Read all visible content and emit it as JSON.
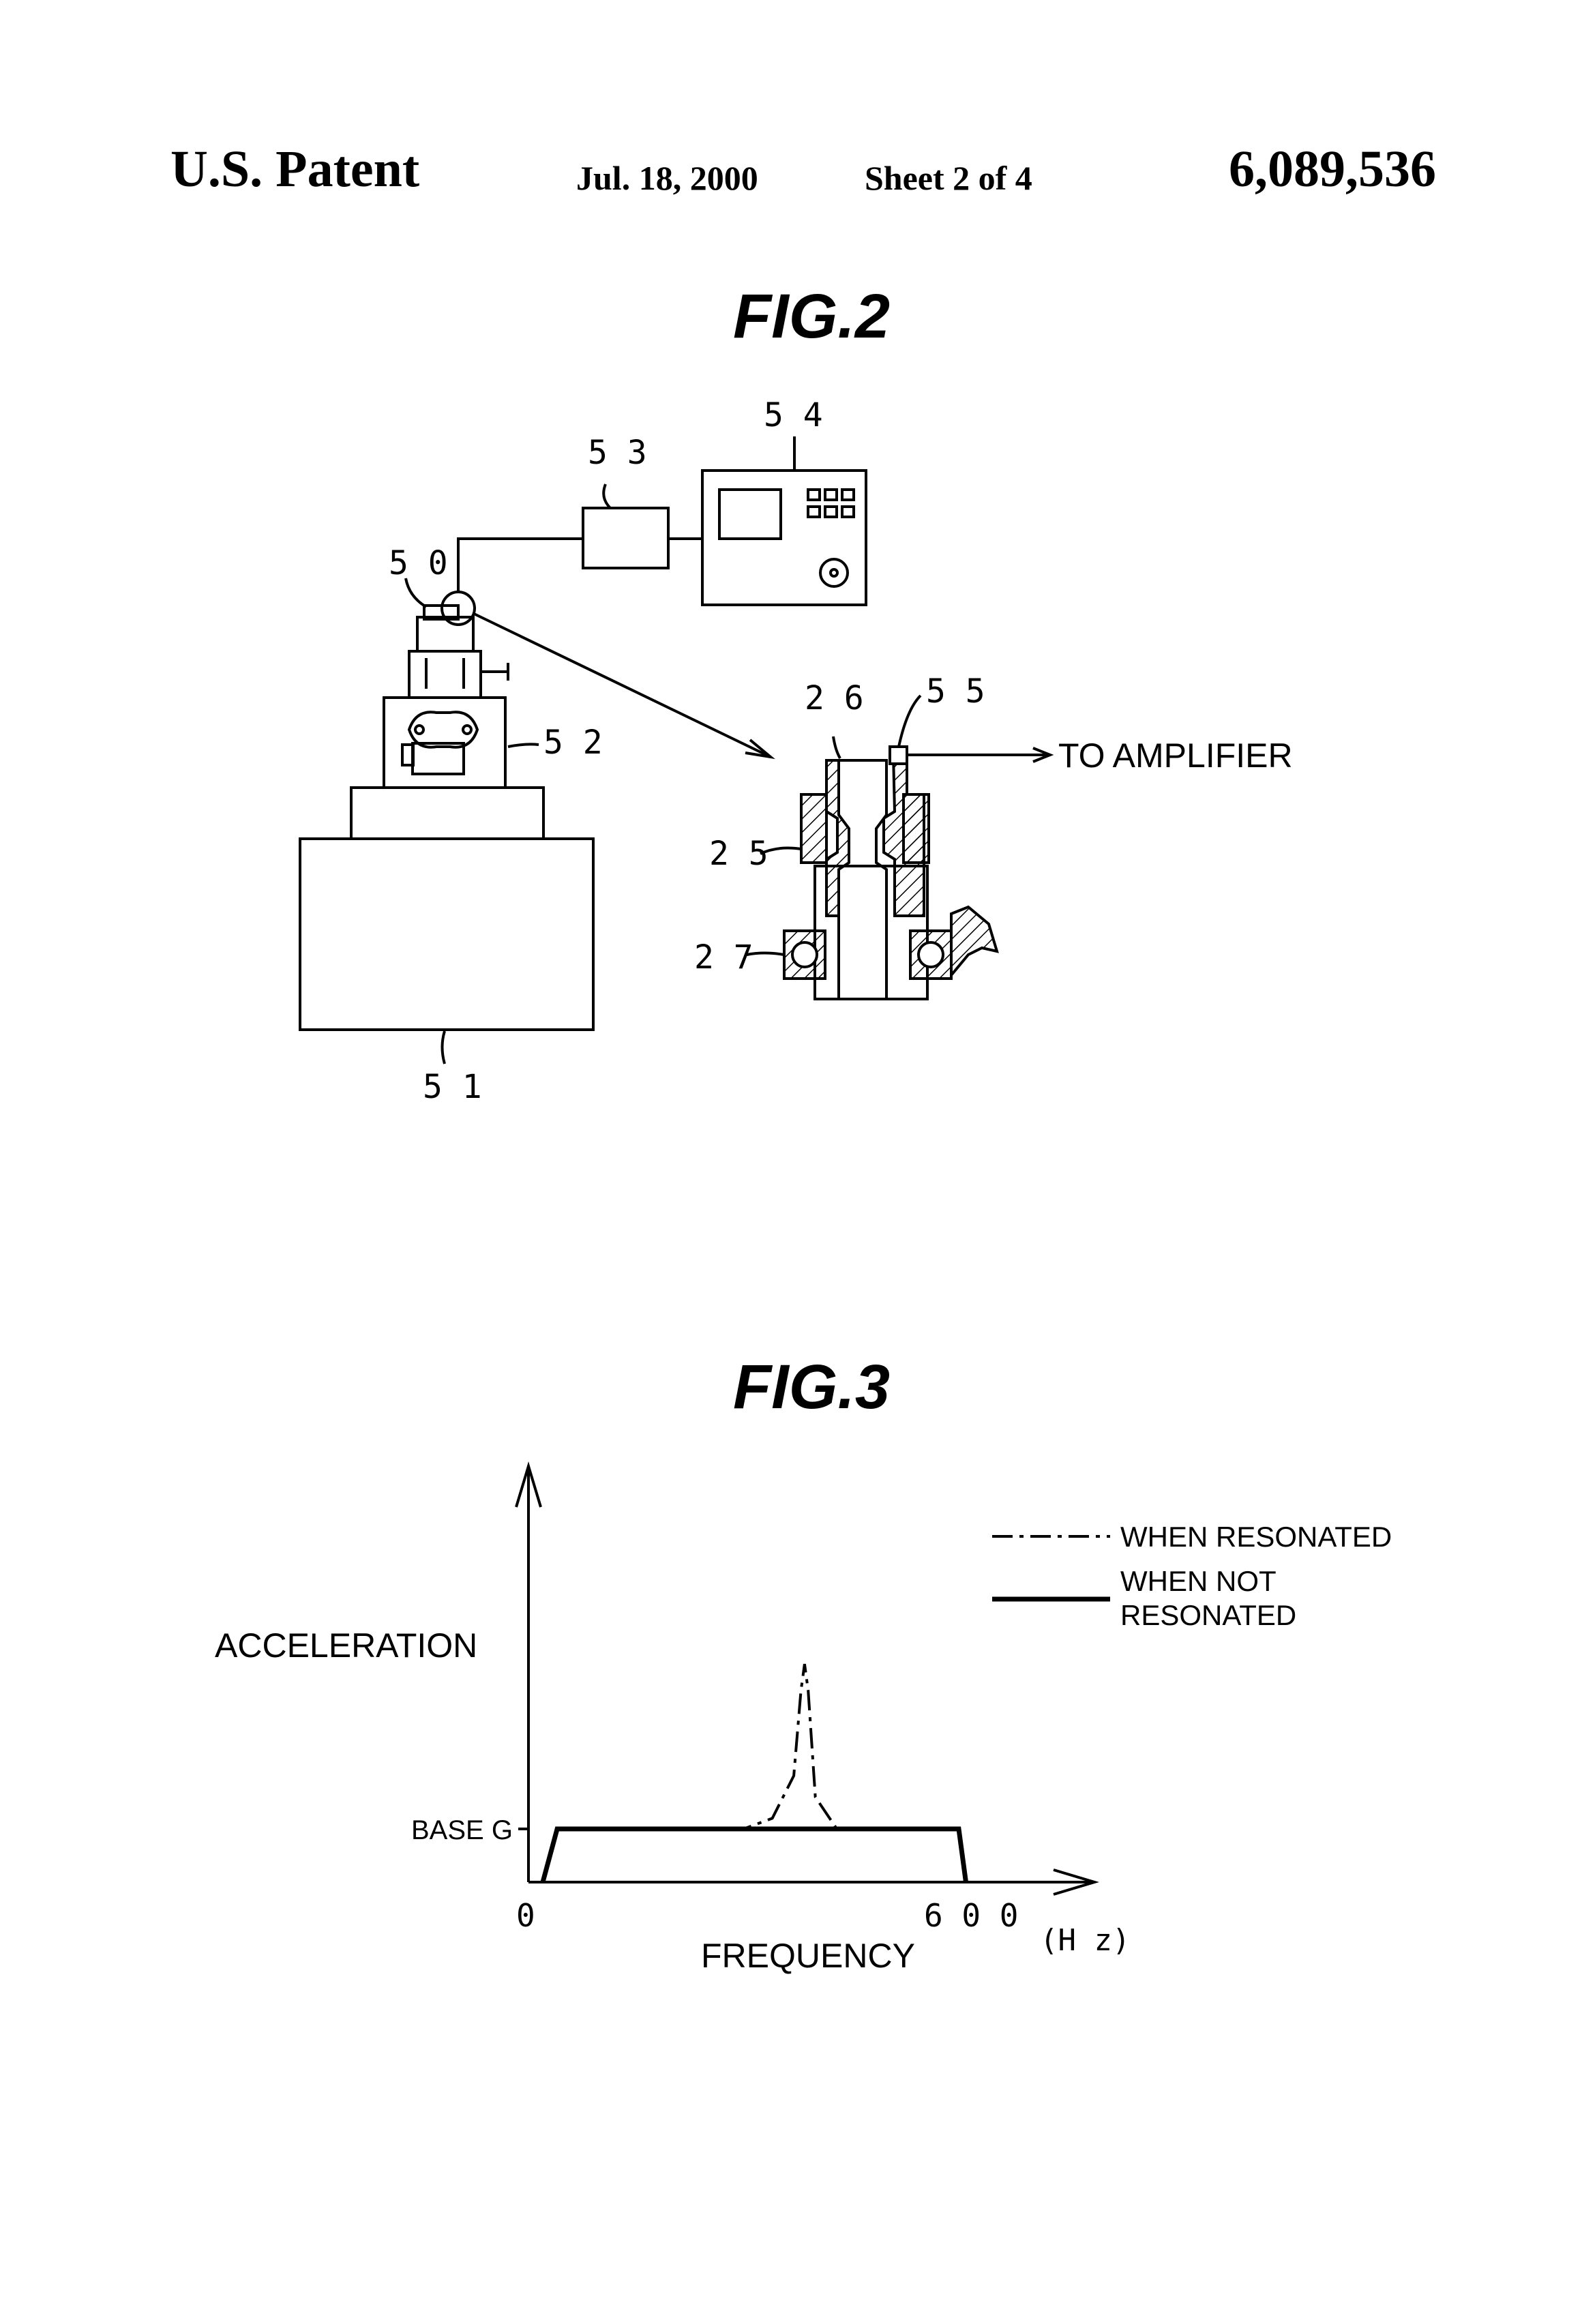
{
  "header": {
    "left": "U.S. Patent",
    "date": "Jul. 18, 2000",
    "sheet": "Sheet 2 of 4",
    "patent_number": "6,089,536"
  },
  "fig2": {
    "title": "FIG.2",
    "refs": {
      "r50": "5 0",
      "r51": "5 1",
      "r52": "5 2",
      "r53": "5 3",
      "r54": "5 4",
      "r26": "2 6",
      "r55": "5 5",
      "r25": "2 5",
      "r27": "2 7"
    },
    "amplifier_label": "TO AMPLIFIER"
  },
  "fig3": {
    "title": "FIG.3",
    "ylabel": "ACCELERATION",
    "xlabel": "FREQUENCY",
    "base_label": "BASE G",
    "x_tick_0": "0",
    "x_tick_600": "6 0 0",
    "unit": "(H z)",
    "legend": {
      "resonated": "WHEN RESONATED",
      "not_resonated_1": "WHEN NOT",
      "not_resonated_2": "RESONATED"
    }
  },
  "chart_data": {
    "type": "line",
    "title": "FIG.3",
    "xlabel": "FREQUENCY",
    "ylabel": "ACCELERATION",
    "x_unit": "(Hz)",
    "x_ticks": [
      0,
      600
    ],
    "y_ticks": [
      "BASE G"
    ],
    "legend_position": "top-right",
    "series": [
      {
        "name": "WHEN RESONATED",
        "style": "dash-dot",
        "x": [
          20,
          40,
          300,
          340,
          370,
          380,
          385,
          390,
          400,
          430,
          600,
          610
        ],
        "y": [
          0,
          1.0,
          1.0,
          1.2,
          2.0,
          3.6,
          4.1,
          3.6,
          1.6,
          1.0,
          1.0,
          0
        ]
      },
      {
        "name": "WHEN NOT RESONATED",
        "style": "solid",
        "x": [
          20,
          40,
          600,
          610
        ],
        "y": [
          0,
          1.0,
          1.0,
          0
        ]
      }
    ]
  }
}
